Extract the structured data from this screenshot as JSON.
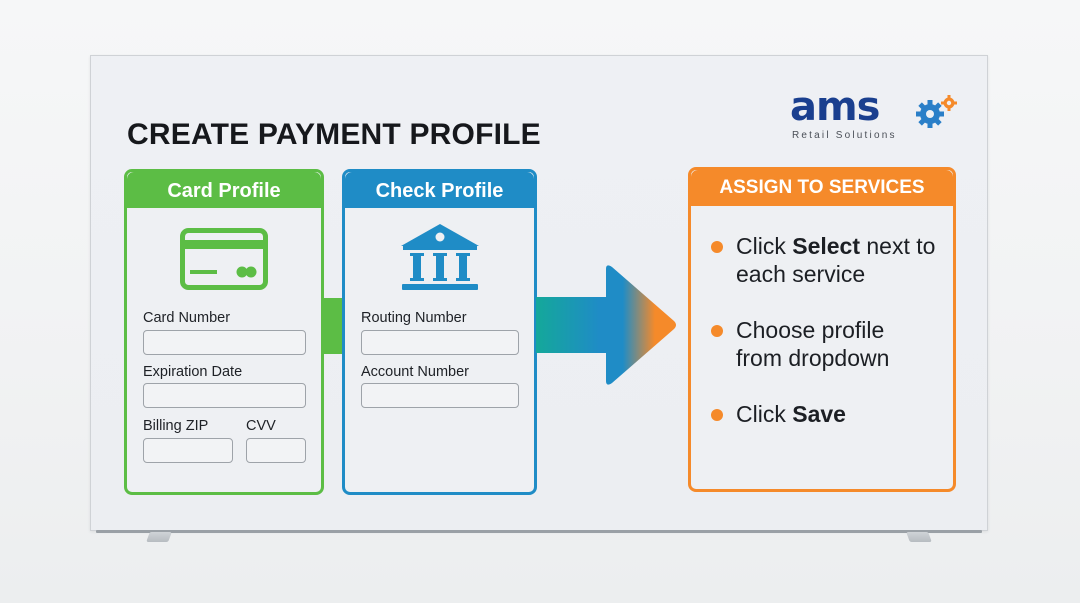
{
  "title": "CREATE PAYMENT PROFILE",
  "logo": {
    "name": "ams",
    "tagline": "Retail Solutions",
    "icon": "gears-icon",
    "colors": {
      "primary": "#1a3f8f",
      "gear_blue": "#2a7fc8",
      "gear_orange": "#f58a2a"
    }
  },
  "panels": {
    "card_profile": {
      "header": "Card Profile",
      "icon": "credit-card-icon",
      "color": "#5cbd45",
      "fields": [
        {
          "label": "Card Number",
          "value": ""
        },
        {
          "label": "Expiration Date",
          "value": ""
        },
        {
          "label": "Billing ZIP",
          "value": ""
        },
        {
          "label": "CVV",
          "value": ""
        }
      ]
    },
    "check_profile": {
      "header": "Check Profile",
      "icon": "bank-icon",
      "color": "#1f8cc6",
      "fields": [
        {
          "label": "Routing Number",
          "value": ""
        },
        {
          "label": "Account Number",
          "value": ""
        }
      ]
    },
    "assign_services": {
      "header": "ASSIGN TO SERVICES",
      "color": "#f58a2a",
      "steps": [
        {
          "pre": "Click ",
          "bold": "Select",
          "post": " next to each service"
        },
        {
          "pre": "Choose profile from dropdown",
          "bold": "",
          "post": ""
        },
        {
          "pre": "Click ",
          "bold": "Save",
          "post": ""
        }
      ]
    }
  },
  "arrow": {
    "icon": "arrow-right-icon",
    "gradient": [
      "#14a89a",
      "#1f8cc6",
      "#f58a2a"
    ]
  }
}
